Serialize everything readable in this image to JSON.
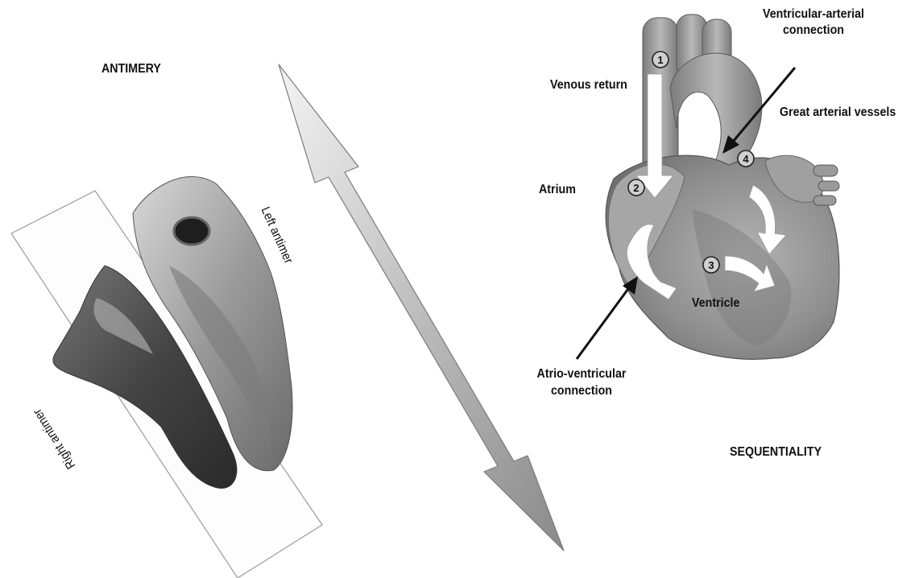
{
  "labels": {
    "antimery": "ANTIMERY",
    "sequentiality": "SEQUENTIALITY",
    "left_antimer": "Left antimer",
    "right_antimer": "Right antimer",
    "venous_return": "Venous return",
    "ventricular_arterial_line1": "Ventricular-arterial",
    "ventricular_arterial_line2": "connection",
    "great_arterial_vessels": "Great arterial vessels",
    "atrium": "Atrium",
    "ventricle": "Ventricle",
    "atrio_ventricular_line1": "Atrio-ventricular",
    "atrio_ventricular_line2": "connection"
  },
  "steps": [
    "1",
    "2",
    "3",
    "4"
  ],
  "colors": {
    "arrow_light": "#e9e9e9",
    "arrow_dark": "#8a8a8a",
    "heart_tissue": "#8f8f8f",
    "specimen_dark": "#3a3a3a"
  },
  "icons": {
    "bidirectional": "double-headed-arrow-icon",
    "pointer": "black-pointer-arrow-icon"
  }
}
